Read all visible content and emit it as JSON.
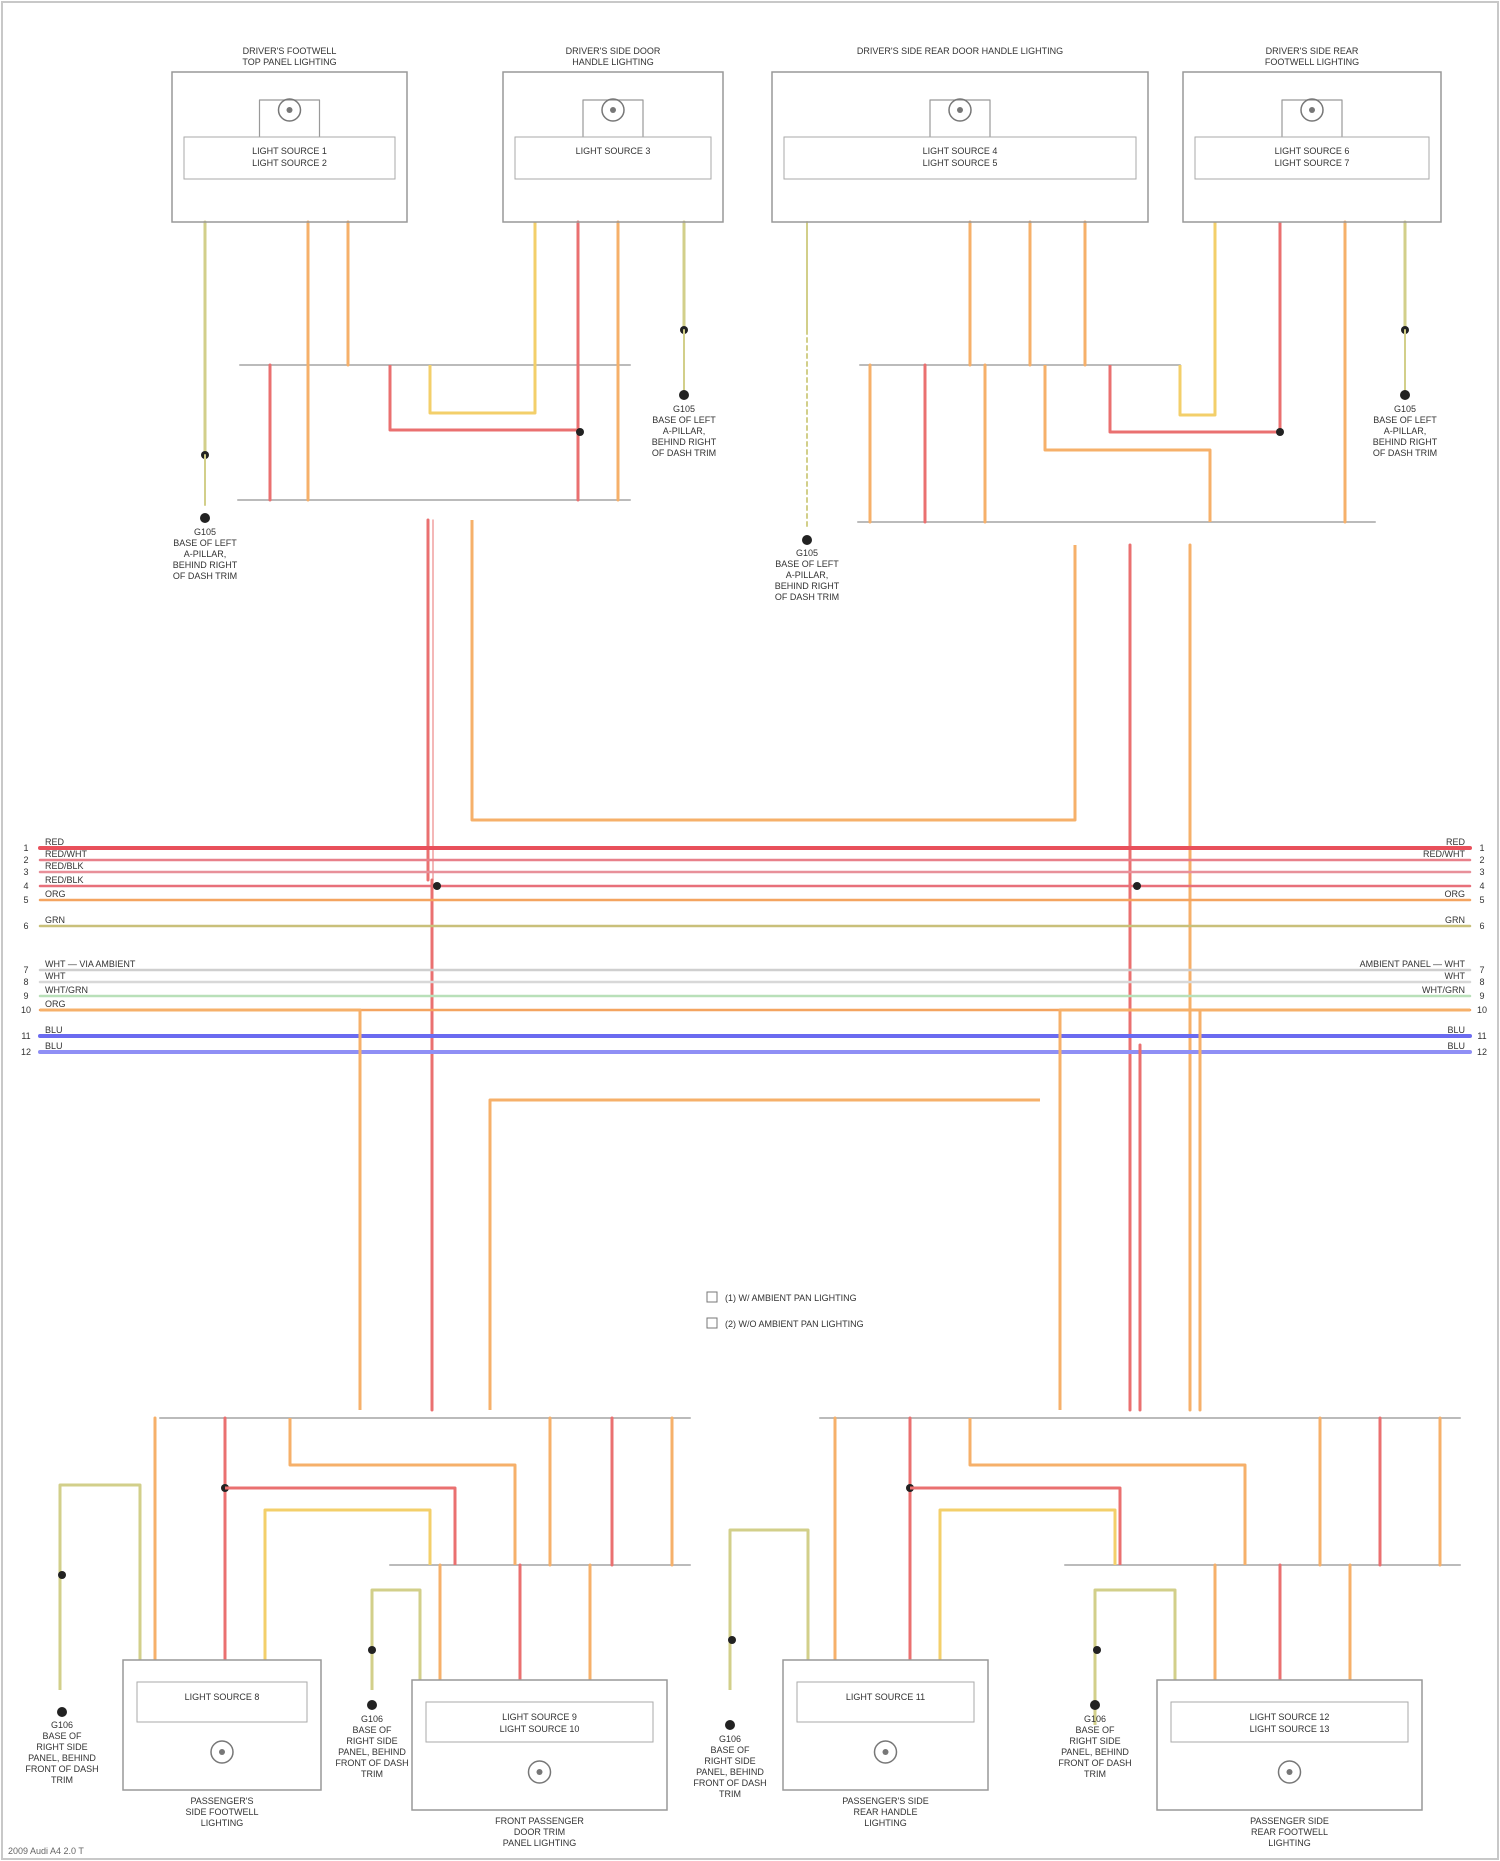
{
  "diagram": {
    "components_top": [
      {
        "title_line1": "DRIVER'S FOOTWELL",
        "title_line2": "TOP PANEL LIGHTING",
        "light_sources": [
          "LIGHT SOURCE 1",
          "LIGHT SOURCE 2"
        ]
      },
      {
        "title_line1": "DRIVER'S SIDE DOOR",
        "title_line2": "HANDLE LIGHTING",
        "light_sources": [
          "LIGHT SOURCE 3"
        ]
      },
      {
        "title_line1": "DRIVER'S SIDE REAR DOOR HANDLE LIGHTING",
        "title_line2": "",
        "light_sources": [
          "LIGHT SOURCE 4",
          "LIGHT SOURCE 5"
        ]
      },
      {
        "title_line1": "DRIVER'S SIDE REAR",
        "title_line2": "FOOTWELL LIGHTING",
        "light_sources": [
          "LIGHT SOURCE 6",
          "LIGHT SOURCE 7"
        ]
      }
    ],
    "components_bottom": [
      {
        "title_lines": [
          "PASSENGER'S",
          "SIDE FOOTWELL",
          "LIGHTING"
        ],
        "light_sources": [
          "LIGHT SOURCE 8"
        ]
      },
      {
        "title_lines": [
          "FRONT PASSENGER",
          "DOOR TRIM",
          "PANEL LIGHTING"
        ],
        "light_sources": [
          "LIGHT SOURCE 9",
          "LIGHT SOURCE 10"
        ]
      },
      {
        "title_lines": [
          "PASSENGER'S SIDE",
          "REAR HANDLE",
          "LIGHTING"
        ],
        "light_sources": [
          "LIGHT SOURCE 11"
        ]
      },
      {
        "title_lines": [
          "PASSENGER SIDE",
          "REAR FOOTWELL",
          "LIGHTING"
        ],
        "light_sources": [
          "LIGHT SOURCE 12",
          "LIGHT SOURCE 13"
        ]
      }
    ],
    "grounds_top": [
      {
        "lines": [
          "G105",
          "BASE OF LEFT",
          "A-PILLAR,",
          "BEHIND RIGHT",
          "OF DASH TRIM"
        ]
      },
      {
        "lines": [
          "G105",
          "BASE OF LEFT",
          "A-PILLAR,",
          "BEHIND RIGHT",
          "OF DASH TRIM"
        ]
      },
      {
        "lines": [
          "G105",
          "BASE OF LEFT",
          "A-PILLAR,",
          "BEHIND RIGHT",
          "OF DASH TRIM"
        ]
      },
      {
        "lines": [
          "G105",
          "BASE OF LEFT",
          "A-PILLAR,",
          "BEHIND RIGHT",
          "OF DASH TRIM"
        ]
      }
    ],
    "grounds_bottom": [
      {
        "lines": [
          "G106",
          "BASE OF",
          "RIGHT SIDE",
          "PANEL, BEHIND",
          "FRONT OF DASH",
          "TRIM"
        ]
      },
      {
        "lines": [
          "G106",
          "BASE OF",
          "RIGHT SIDE",
          "PANEL, BEHIND",
          "FRONT OF DASH",
          "TRIM"
        ]
      },
      {
        "lines": [
          "G106",
          "BASE OF",
          "RIGHT SIDE",
          "PANEL, BEHIND",
          "FRONT OF DASH",
          "TRIM"
        ]
      },
      {
        "lines": [
          "G106",
          "BASE OF",
          "RIGHT SIDE",
          "PANEL, BEHIND",
          "FRONT OF DASH",
          "TRIM"
        ]
      }
    ],
    "bus_lines": [
      {
        "left_label": "RED",
        "right_label": "RED",
        "color": "#e8505b"
      },
      {
        "left_label": "RED/WHT",
        "right_label": "RED/WHT",
        "color": "#e8808a"
      },
      {
        "left_label": "RED/BLK",
        "right_label": "",
        "color": "#e8909a"
      },
      {
        "left_label": "RED/BLK",
        "right_label": "",
        "color": "#e8707a"
      },
      {
        "left_label": "ORG",
        "right_label": "ORG",
        "color": "#f4a460"
      },
      {
        "left_label": "GRN",
        "right_label": "GRN",
        "color": "#c9c07a"
      },
      {
        "left_label": "WHT — VIA AMBIENT",
        "right_label": "AMBIENT PANEL — WHT",
        "color": "#cfcfcf"
      },
      {
        "left_label": "WHT",
        "right_label": "WHT",
        "color": "#d8d8d8"
      },
      {
        "left_label": "WHT/GRN",
        "right_label": "WHT/GRN",
        "color": "#b9e0b9"
      },
      {
        "left_label": "ORG",
        "right_label": "",
        "color": "#f4a460"
      },
      {
        "left_label": "BLU",
        "right_label": "BLU",
        "color": "#6b6bf0"
      },
      {
        "left_label": "BLU",
        "right_label": "BLU",
        "color": "#8f8ff5"
      }
    ],
    "legend": [
      "(1) W/ AMBIENT PAN LIGHTING",
      "(2) W/O AMBIENT PAN LIGHTING"
    ],
    "footer": "2009 Audi A4 2.0 T"
  }
}
